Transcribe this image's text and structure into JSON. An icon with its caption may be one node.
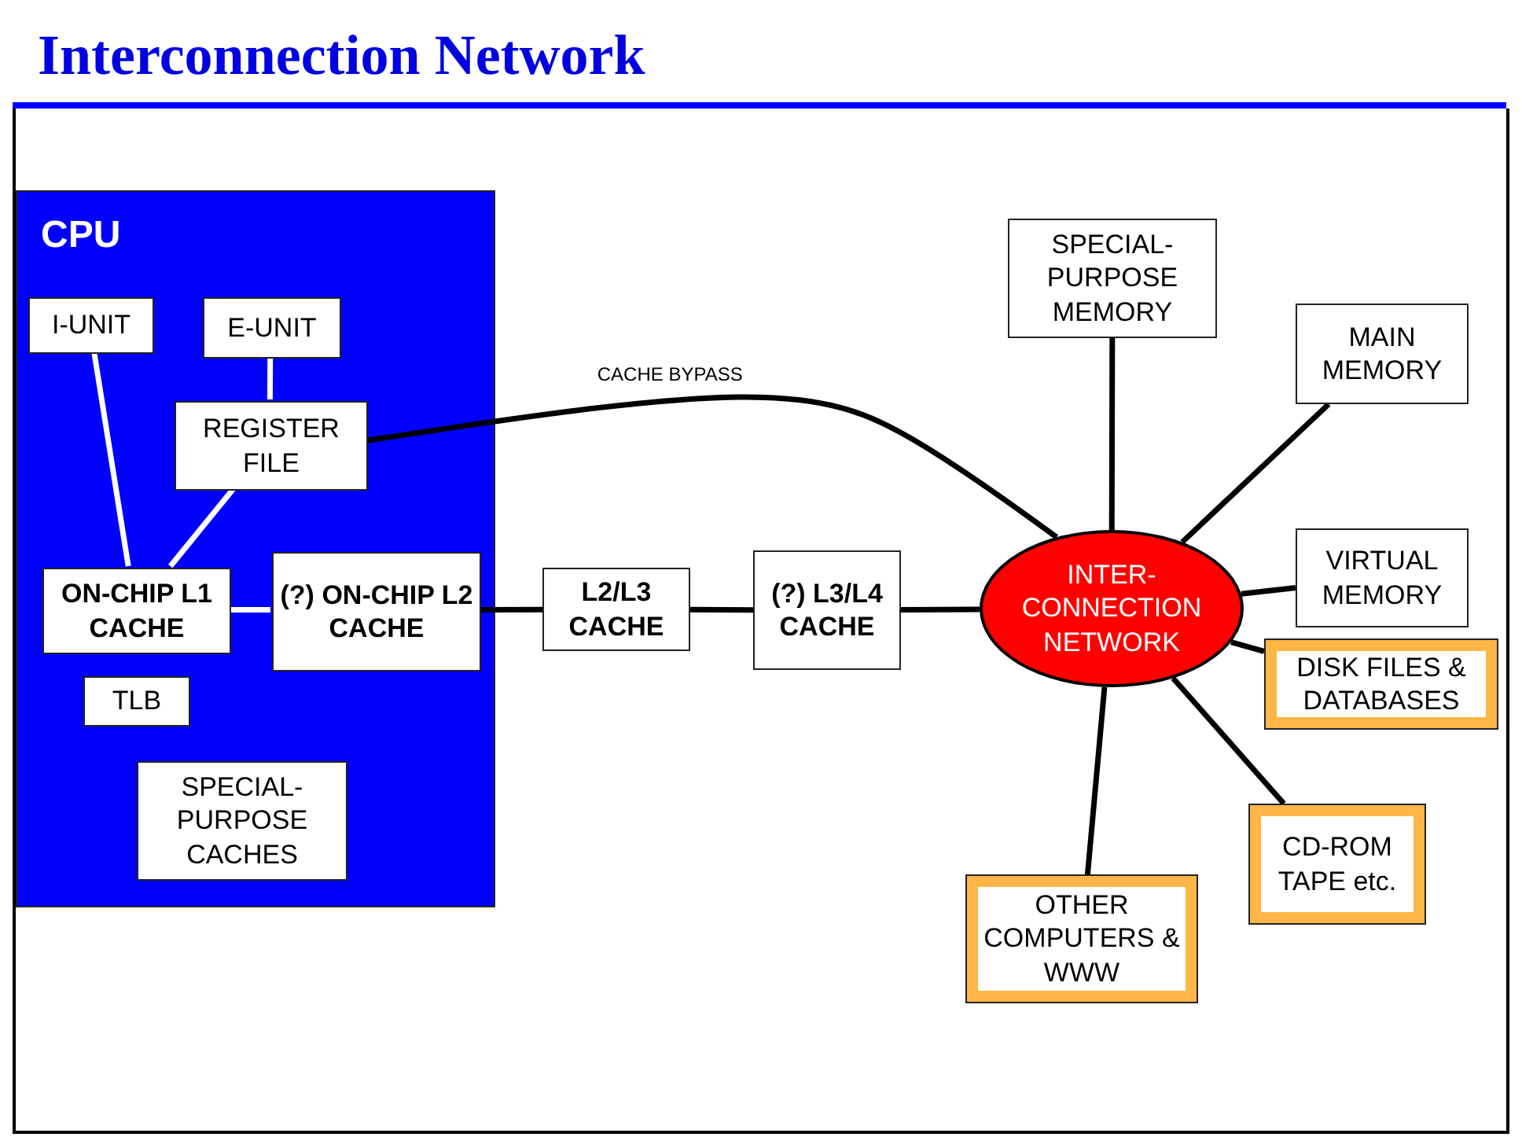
{
  "diagram": {
    "title": "Interconnection Network",
    "nodes": [
      {
        "text": [
          "CPU"
        ]
      },
      {
        "text": [
          "I-UNIT"
        ],
        "in": 0
      },
      {
        "text": [
          "E-UNIT"
        ],
        "in": 0
      },
      {
        "text": [
          "REGISTER FILE"
        ],
        "in": 0
      },
      {
        "text": [
          "ON-CHIP L1 CACHE"
        ],
        "in": 0
      },
      {
        "text": [
          "(?) ON-CHIP L2 CACHE"
        ],
        "in": 0
      },
      {
        "text": [
          "TLB"
        ],
        "in": 0
      },
      {
        "text": [
          "SPECIAL-PURPOSE CACHES"
        ],
        "in": 0
      },
      {
        "text": [
          "L2/L3 CACHE"
        ]
      },
      {
        "text": [
          "(?) L3/L4 CACHE"
        ]
      },
      {
        "text": [
          "INTER-CONNECTION NETWORK"
        ]
      },
      {
        "text": [
          "SPECIAL-PURPOSE MEMORY"
        ]
      },
      {
        "text": [
          "MAIN MEMORY"
        ]
      },
      {
        "text": [
          "VIRTUAL MEMORY"
        ]
      },
      {
        "text": [
          "DISK FILES & DATABASES"
        ]
      },
      {
        "text": [
          "CD-ROM TAPE etc."
        ]
      },
      {
        "text": [
          "OTHER COMPUTERS & WWW"
        ]
      }
    ],
    "edges": [
      {
        "from": 1,
        "to": 4,
        "arrow": "none",
        "color": "#ffffff"
      },
      {
        "from": 2,
        "to": 3,
        "arrow": "none",
        "color": "#ffffff"
      },
      {
        "from": 3,
        "to": 4,
        "arrow": "none",
        "color": "#ffffff"
      },
      {
        "from": 4,
        "to": 5,
        "arrow": "none",
        "color": "#ffffff"
      },
      {
        "from": 3,
        "to": 10,
        "arrow": "none",
        "label": "CACHE BYPASS"
      },
      {
        "from": 5,
        "to": 8,
        "arrow": "none"
      },
      {
        "from": 8,
        "to": 9,
        "arrow": "none"
      },
      {
        "from": 9,
        "to": 10,
        "arrow": "none"
      },
      {
        "from": 10,
        "to": 11,
        "arrow": "none"
      },
      {
        "from": 10,
        "to": 12,
        "arrow": "none"
      },
      {
        "from": 10,
        "to": 13,
        "arrow": "none"
      },
      {
        "from": 10,
        "to": 14,
        "arrow": "none"
      },
      {
        "from": 10,
        "to": 15,
        "arrow": "none"
      },
      {
        "from": 10,
        "to": 16,
        "arrow": "none"
      }
    ]
  }
}
